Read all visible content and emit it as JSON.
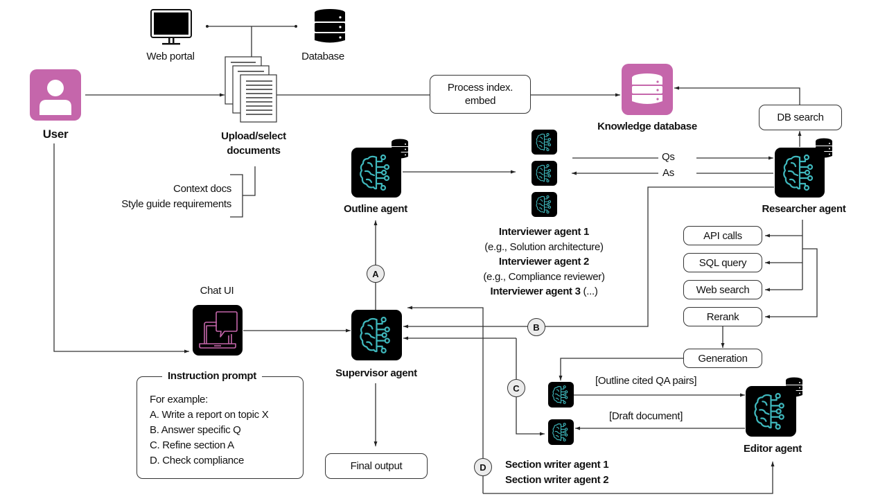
{
  "colors": {
    "accent_pink": "#c566ab",
    "agent_bg": "#000000",
    "brain_teal": "#3fb8bd",
    "chat_pink": "#c566ab",
    "line": "#333333",
    "badge_fill": "#ebebeb"
  },
  "sources": {
    "web_portal": {
      "label": "Web portal",
      "icon": "monitor-icon"
    },
    "database": {
      "label": "Database",
      "icon": "database-icon"
    }
  },
  "user": {
    "label": "User",
    "icon": "user-icon"
  },
  "documents": {
    "label_line1": "Upload/select",
    "label_line2": "documents",
    "icon": "documents-icon"
  },
  "doc_bracket": {
    "line1": "Context docs",
    "line2": "Style guide requirements"
  },
  "process_box": {
    "line1": "Process index.",
    "line2": "embed"
  },
  "knowledge_db": {
    "label": "Knowledge database",
    "icon": "database-icon"
  },
  "db_search": {
    "label": "DB search"
  },
  "outline_agent": {
    "label": "Outline agent",
    "icon": "brain-circuit-icon"
  },
  "interviewers": {
    "qa": {
      "questions": "Qs",
      "answers": "As"
    },
    "lines": [
      {
        "text": "Interviewer agent 1",
        "bold": true
      },
      {
        "text": "(e.g., Solution architecture)",
        "bold": false
      },
      {
        "text": "Interviewer agent 2",
        "bold": true
      },
      {
        "text": "(e.g., Compliance reviewer)",
        "bold": false
      },
      {
        "bold_part": "Interviewer agent 3",
        "normal_part": " (...)"
      }
    ]
  },
  "researcher_agent": {
    "label": "Researcher agent",
    "icon": "brain-circuit-icon"
  },
  "tools": [
    {
      "label": "API calls"
    },
    {
      "label": "SQL query"
    },
    {
      "label": "Web search"
    },
    {
      "label": "Rerank"
    },
    {
      "label": "Generation"
    }
  ],
  "chat_ui": {
    "label": "Chat UI",
    "icon": "laptop-chat-icon"
  },
  "instruction_prompt": {
    "title": "Instruction prompt",
    "lines": [
      "For example:",
      "A. Write a report on topic X",
      "B. Answer specific Q",
      "C. Refine section A",
      "D. Check compliance"
    ]
  },
  "supervisor_agent": {
    "label": "Supervisor agent",
    "icon": "brain-circuit-icon"
  },
  "final_output": {
    "label": "Final output"
  },
  "badges": {
    "a": "A",
    "b": "B",
    "c": "C",
    "d": "D"
  },
  "section_writers": {
    "outline_label": "[Outline cited QA pairs]",
    "draft_label": "[Draft document]",
    "agent1": "Section writer agent 1",
    "agent2": "Section writer agent 2"
  },
  "editor_agent": {
    "label": "Editor agent",
    "icon": "brain-circuit-icon"
  }
}
